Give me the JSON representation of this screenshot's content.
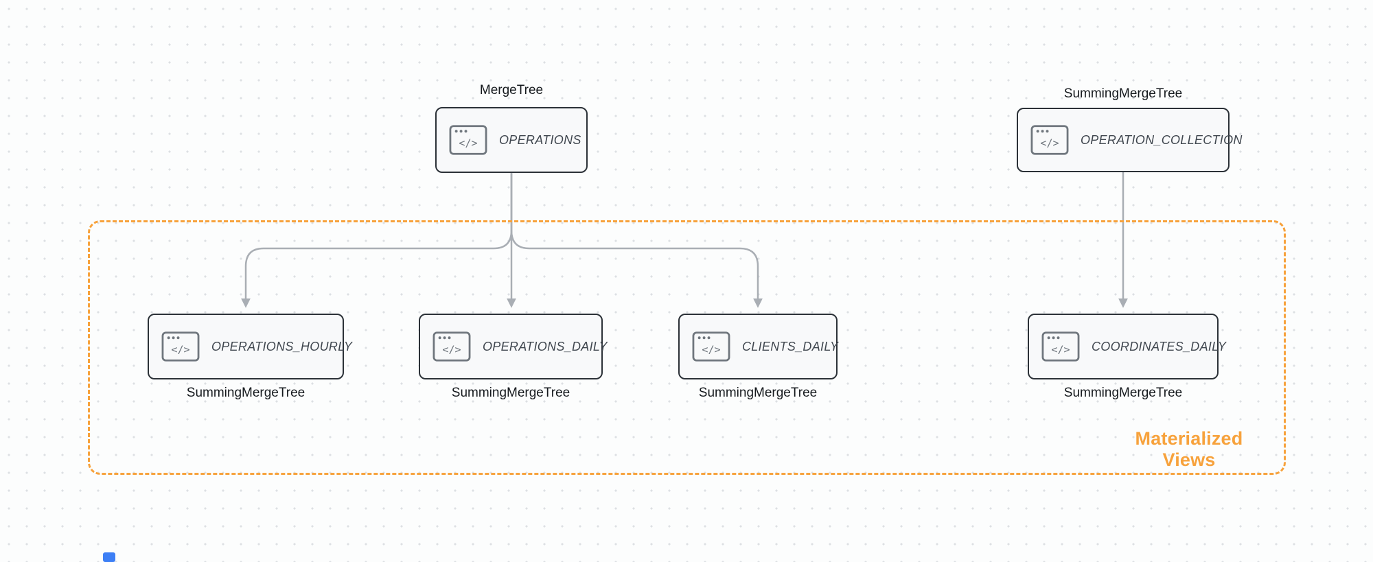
{
  "diagram": {
    "accent_color": "#f7a23c",
    "arrow_color": "#a9aeb4",
    "group": {
      "label": "Materialized Views"
    },
    "icon": {
      "glyph": "</>"
    },
    "nodes": [
      {
        "engine": "MergeTree",
        "table": "OPERATIONS"
      },
      {
        "engine": "SummingMergeTree",
        "table": "OPERATION_COLLECTION"
      },
      {
        "engine": "SummingMergeTree",
        "table": "OPERATIONS_HOURLY"
      },
      {
        "engine": "SummingMergeTree",
        "table": "OPERATIONS_DAILY"
      },
      {
        "engine": "SummingMergeTree",
        "table": "CLIENTS_DAILY"
      },
      {
        "engine": "SummingMergeTree",
        "table": "COORDINATES_DAILY"
      }
    ],
    "edges": [
      {
        "from": "OPERATIONS",
        "to": "OPERATIONS_HOURLY"
      },
      {
        "from": "OPERATIONS",
        "to": "OPERATIONS_DAILY"
      },
      {
        "from": "OPERATIONS",
        "to": "CLIENTS_DAILY"
      },
      {
        "from": "OPERATION_COLLECTION",
        "to": "COORDINATES_DAILY"
      }
    ]
  }
}
